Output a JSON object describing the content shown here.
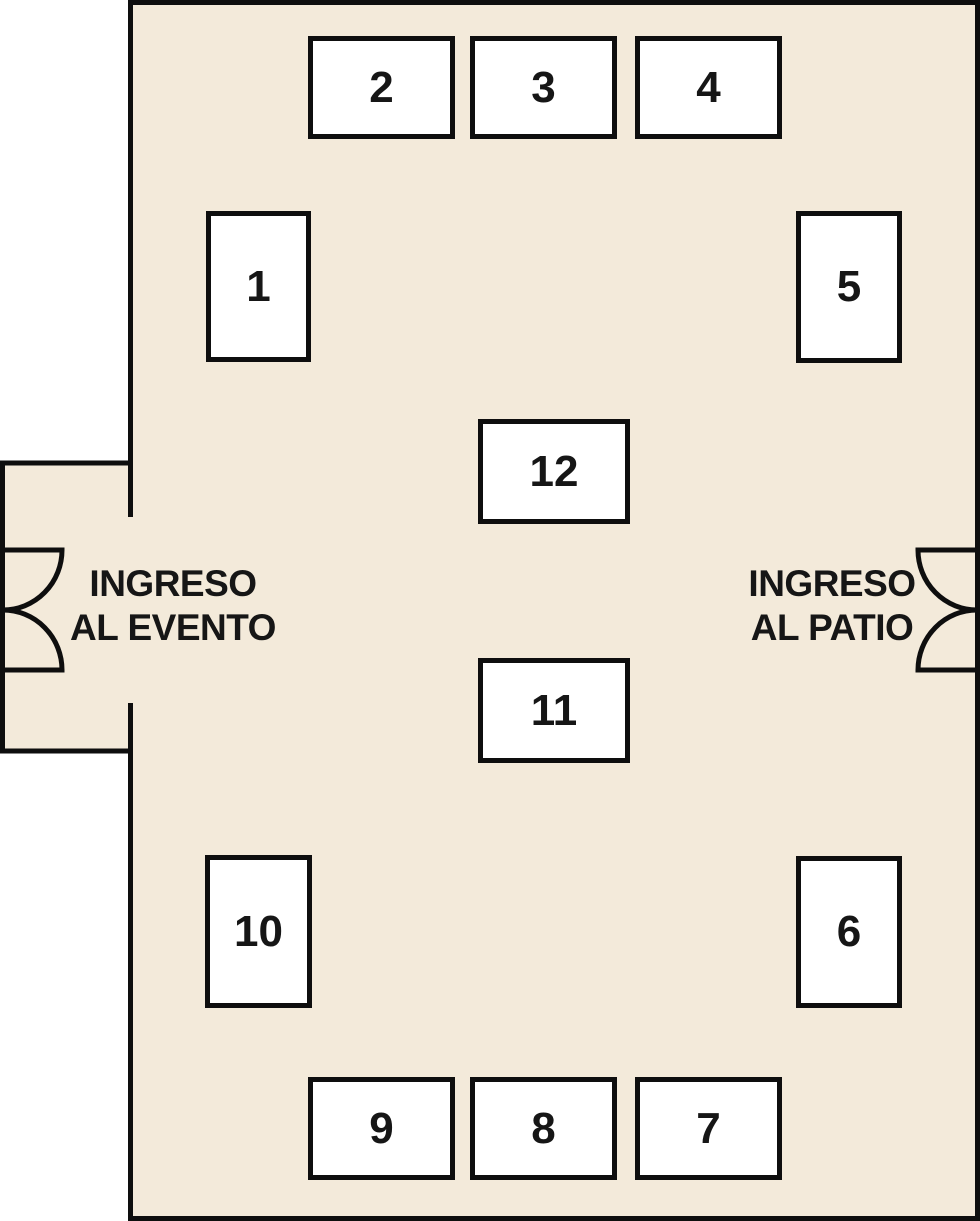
{
  "colors": {
    "floor": "#F3EADA",
    "wall": "#0E0E0E",
    "stall_fill": "#FFFFFF",
    "text": "#161616"
  },
  "entrances": {
    "left": {
      "line1": "INGRESO",
      "line2": "AL EVENTO"
    },
    "right": {
      "line1": "INGRESO",
      "line2": "AL PATIO"
    }
  },
  "stalls": [
    {
      "number": "1"
    },
    {
      "number": "2"
    },
    {
      "number": "3"
    },
    {
      "number": "4"
    },
    {
      "number": "5"
    },
    {
      "number": "6"
    },
    {
      "number": "7"
    },
    {
      "number": "8"
    },
    {
      "number": "9"
    },
    {
      "number": "10"
    },
    {
      "number": "11"
    },
    {
      "number": "12"
    }
  ]
}
